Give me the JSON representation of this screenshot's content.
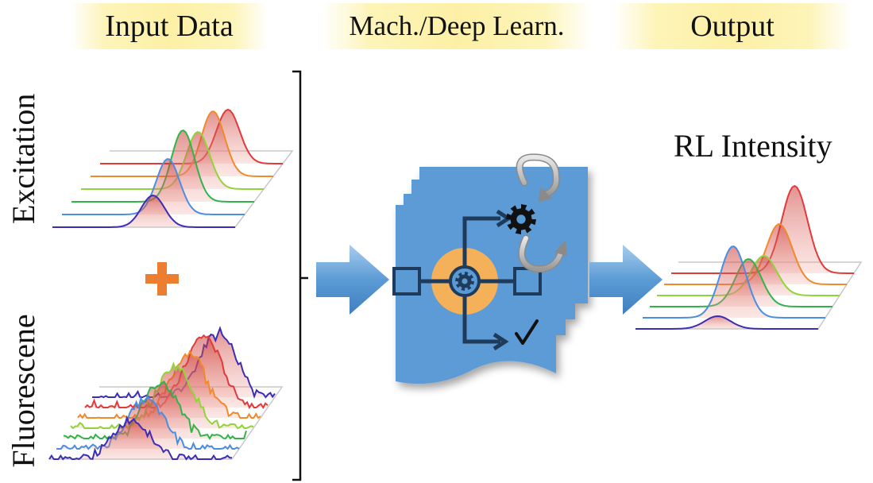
{
  "headers": {
    "input": "Input Data",
    "model": "Mach./Deep Learn.",
    "output": "Output"
  },
  "labels": {
    "excitation": "Excitation",
    "fluorescene": "Fluorescene",
    "rl_intensity": "RL Intensity"
  },
  "colors": {
    "header_bg": "#fdf0a6",
    "arrow": "#5b9bd5",
    "model_box": "#5b9bd5",
    "model_core": "#f4b15a",
    "plus": "#ed7d31",
    "series": [
      "#3b2db5",
      "#4a8ee0",
      "#32b34a",
      "#8fd43a",
      "#f08a2a",
      "#e23a3a"
    ],
    "fill": "#d9443b"
  },
  "icons": {
    "plus": "plus-icon",
    "bracket": "bracket-icon",
    "arrow": "right-arrow-icon",
    "gear": "gear-icon",
    "check": "check-icon",
    "cycle": "cycle-arrow-icon"
  }
}
